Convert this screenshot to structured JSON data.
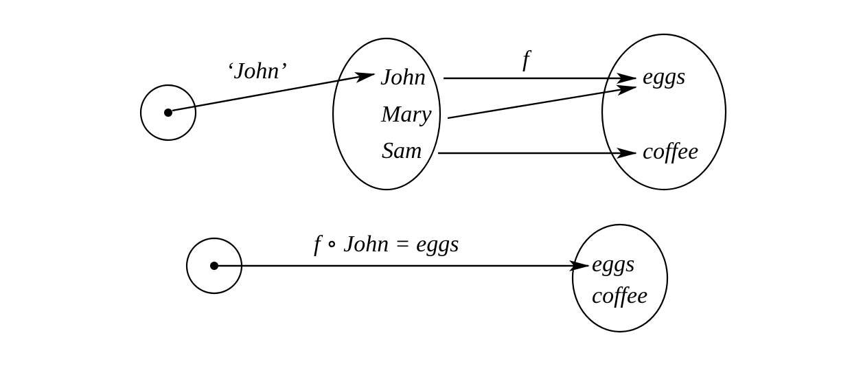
{
  "top": {
    "arrow_label": "‘John’",
    "function_label": "f",
    "domain_items": [
      "John",
      "Mary",
      "Sam"
    ],
    "codomain_items": [
      "eggs",
      "coffee"
    ]
  },
  "bottom": {
    "equation_label": "f ∘ John = eggs",
    "codomain_items": [
      "eggs",
      "coffee"
    ]
  },
  "colors": {
    "ink": "#000000",
    "background": "#ffffff"
  }
}
